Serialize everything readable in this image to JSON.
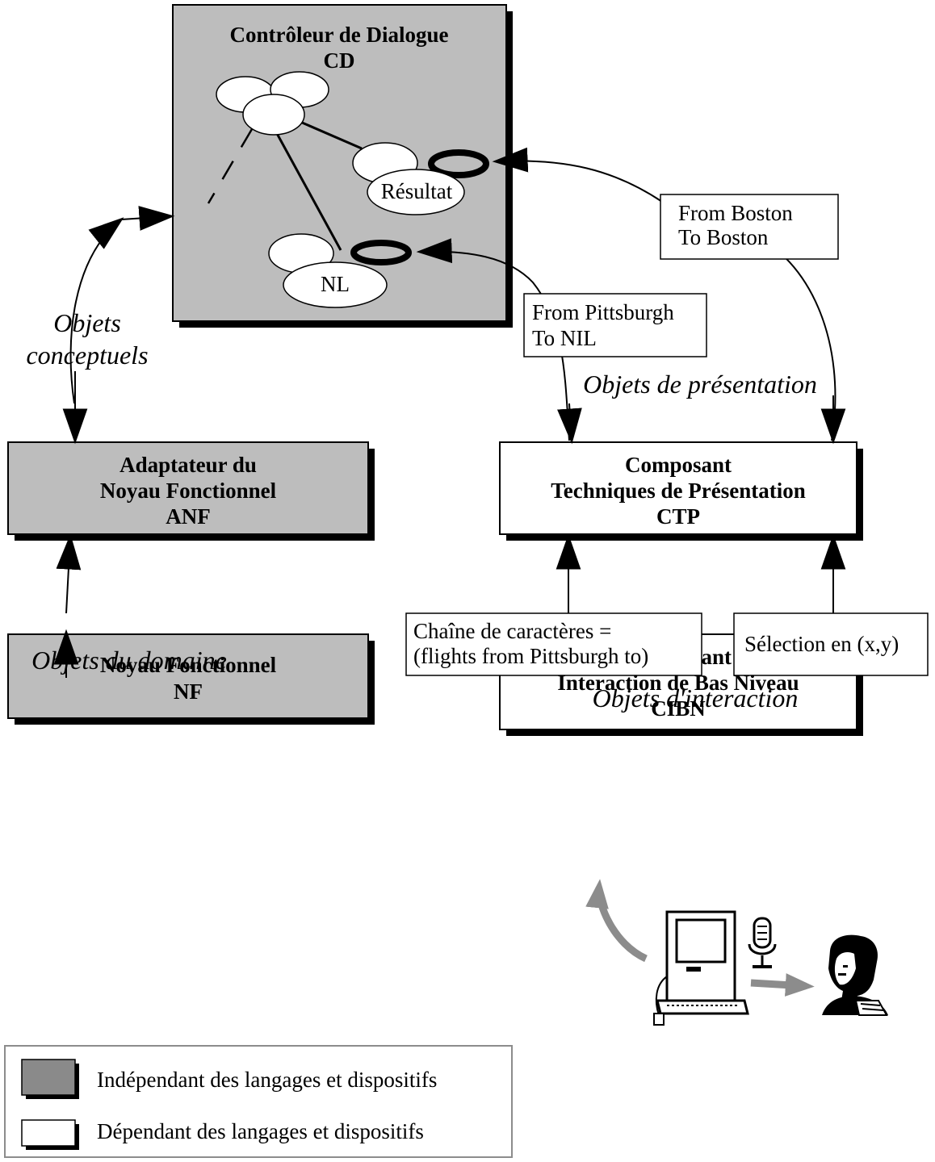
{
  "colors": {
    "independent_fill": "#bdbdbd",
    "dependent_fill": "#ffffff",
    "shadow": "#000000",
    "user_arrow": "#8c8c8c",
    "legend_border": "#8c8c8c",
    "legend_swatch_dark": "#8a8a8a"
  },
  "boxes": {
    "cd": {
      "line1": "Contrôleur de Dialogue",
      "line2": "CD"
    },
    "anf": {
      "line1": "Adaptateur du",
      "line2": "Noyau Fonctionnel",
      "line3": "ANF"
    },
    "nf": {
      "line1": "Noyau Fonctionnel",
      "line2": "NF"
    },
    "ctp": {
      "line1": "Composant",
      "line2": "Techniques de Présentation",
      "line3": "CTP"
    },
    "cibn": {
      "line1": "Composant",
      "line2": "Interaction de Bas Niveau",
      "line3": "CIBN"
    }
  },
  "dialog_nodes": {
    "resultat": "Résultat",
    "nl": "NL"
  },
  "messages": {
    "boston": {
      "line1": "From Boston",
      "line2": "To Boston"
    },
    "pittsburgh": {
      "line1": "From Pittsburgh",
      "line2": "To NIL"
    },
    "chaine": {
      "line1": "Chaîne de caractères =",
      "line2": "(flights from Pittsburgh to)"
    },
    "selection": {
      "line1": "Sélection en (x,y)"
    }
  },
  "flow_labels": {
    "conceptuels": {
      "line1": "Objets",
      "line2": "conceptuels"
    },
    "domaine": "Objets du domaine",
    "presentation": "Objets de présentation",
    "interaction": "Objets d'interaction"
  },
  "icons": [
    "computer-icon",
    "microphone-icon",
    "user-icon"
  ],
  "legend": {
    "independent": "Indépendant des langages et dispositifs",
    "dependent": "Dépendant des langages et dispositifs"
  }
}
